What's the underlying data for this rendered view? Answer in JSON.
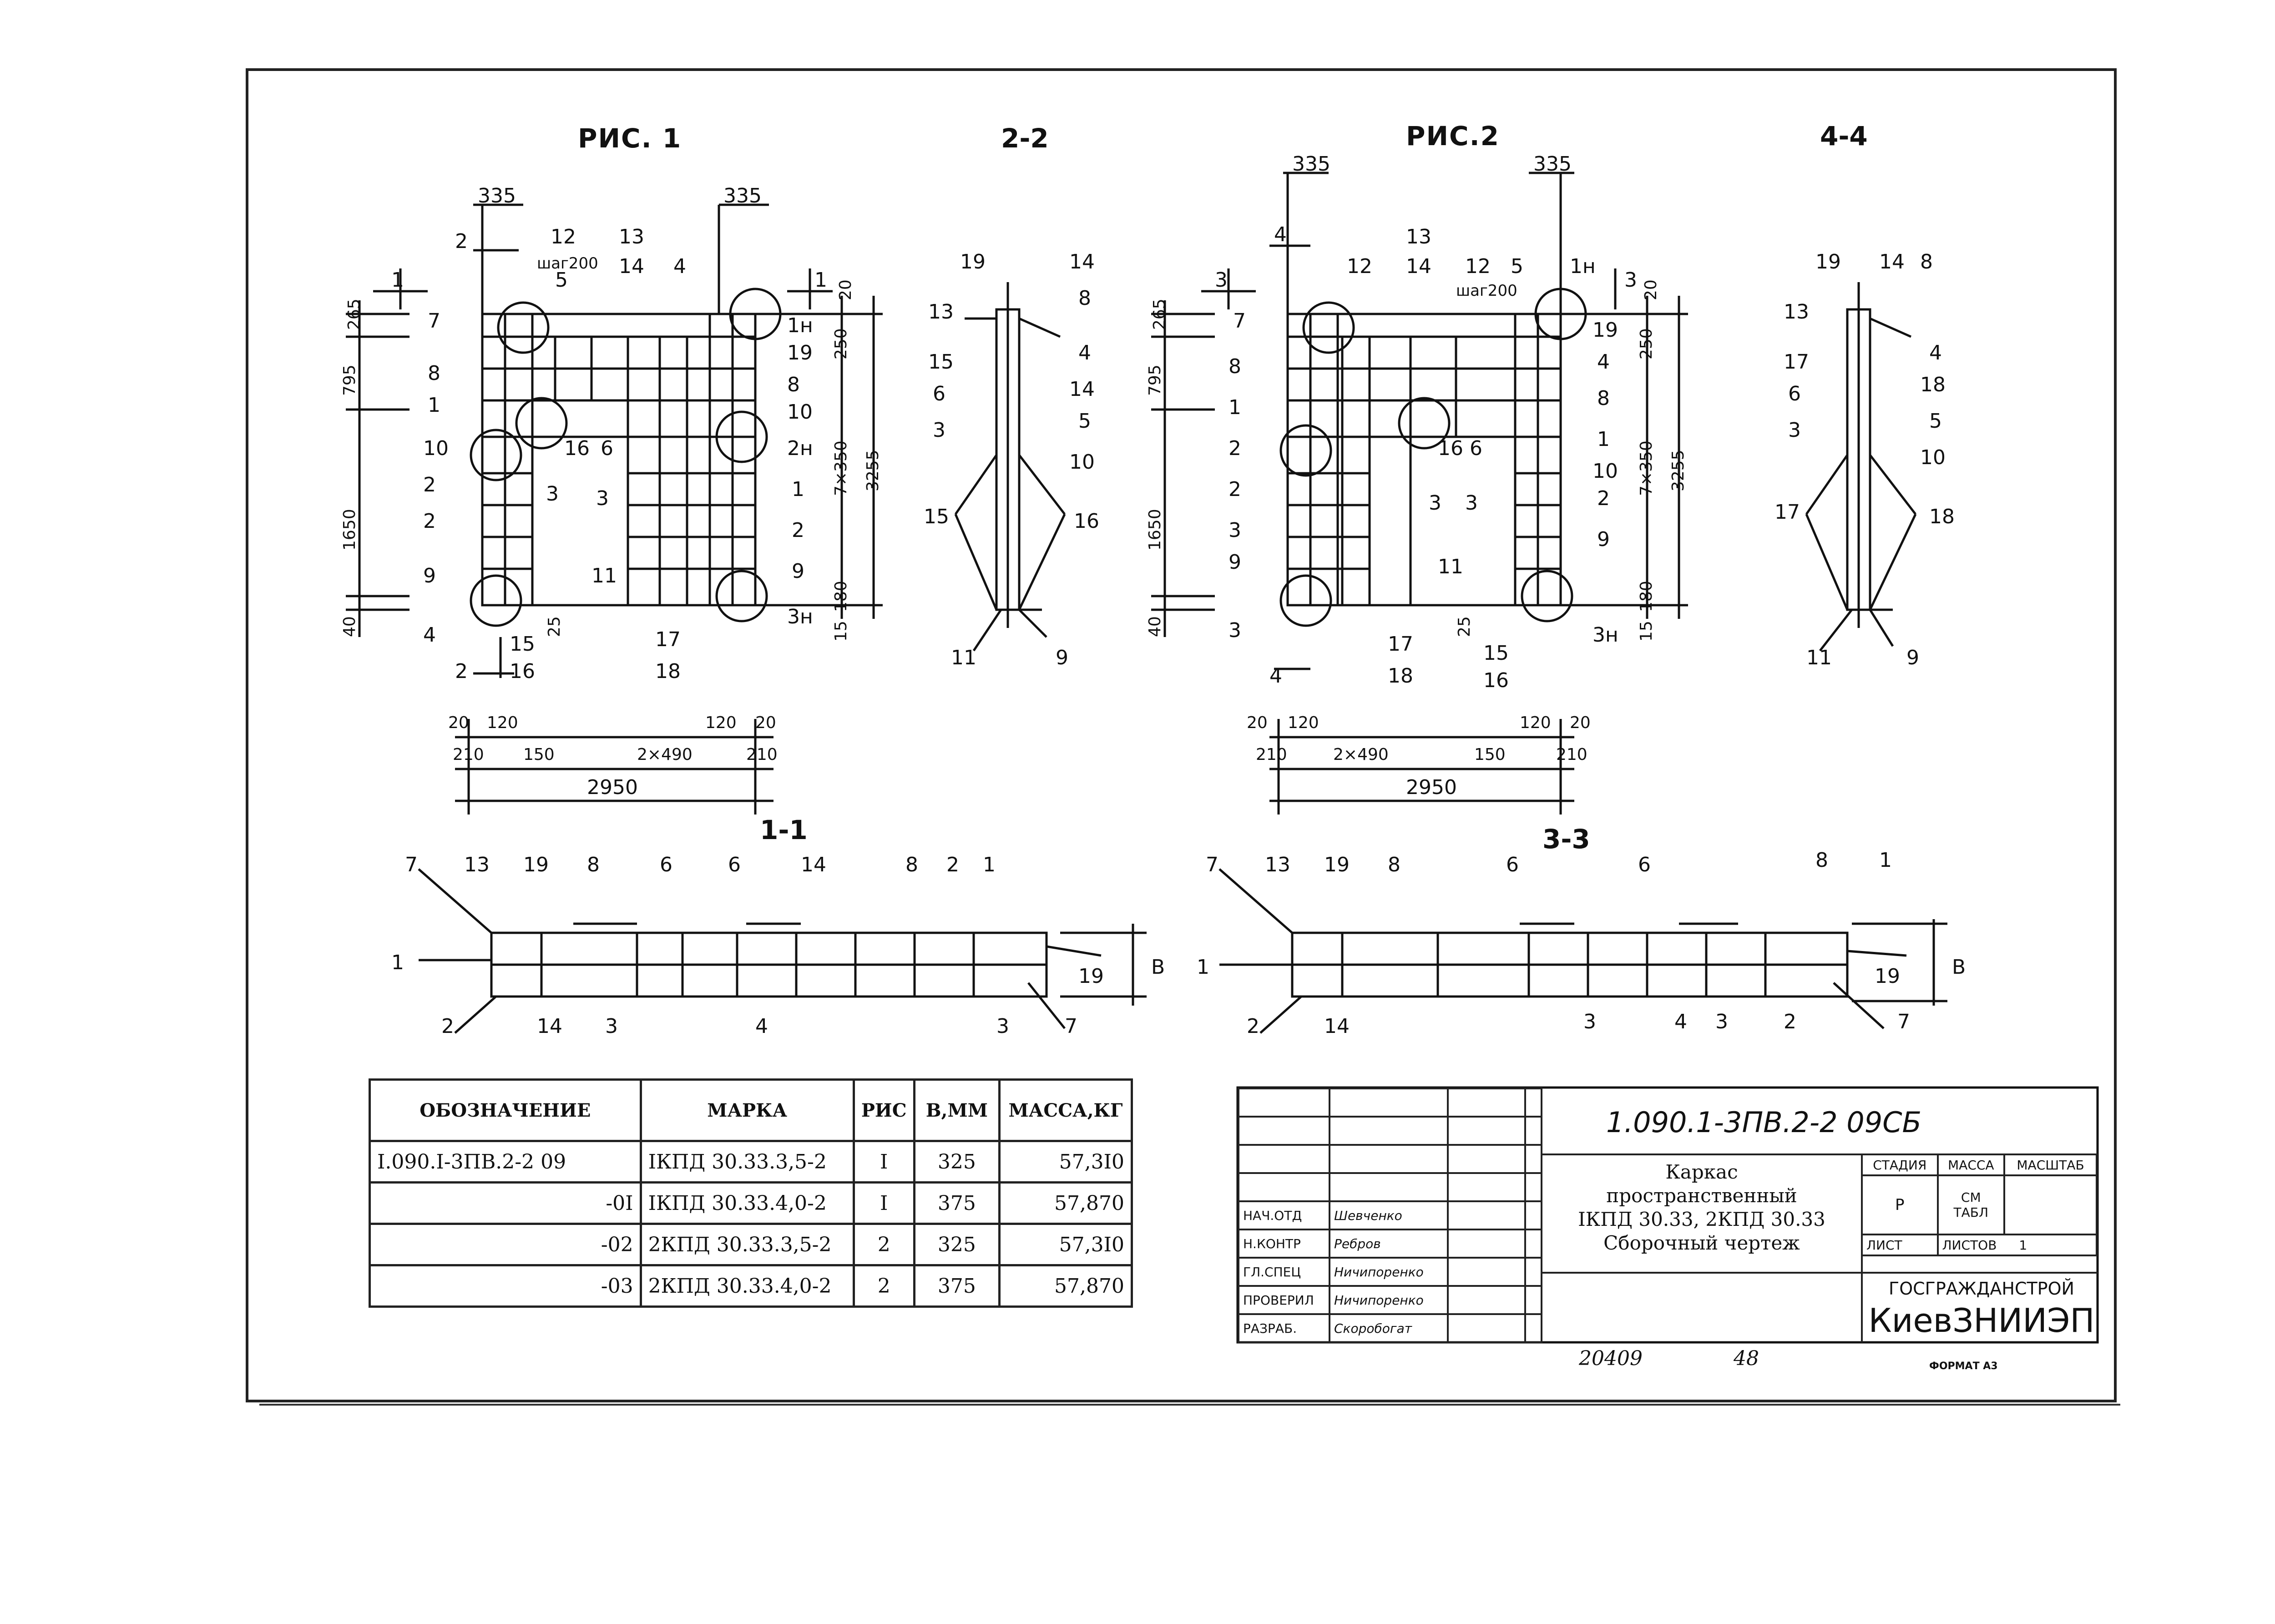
{
  "figures": {
    "fig1_title": "РИС. 1",
    "fig2_title": "РИС.2",
    "sec22": "2-2",
    "sec44": "4-4",
    "sec11": "1-1",
    "sec33": "3-3"
  },
  "fig1": {
    "dims_top_left": "335",
    "dims_top_right": "335",
    "step": "шаг200",
    "dim_265": "265",
    "dim_795": "795",
    "dim_1650": "1650",
    "dim_40": "40",
    "dim_20": "20",
    "dim_250": "250",
    "dim_7x350": "7×350",
    "dim_3255": "3255",
    "dim_15": "15",
    "dim_180": "180",
    "dim_25": "25",
    "row1_a": "20",
    "row1_b": "120",
    "row1_c": "120",
    "row1_d": "20",
    "row2_a": "210",
    "row2_b": "150",
    "row2_c": "2×490",
    "row2_d": "210",
    "total": "2950",
    "marks": [
      "1",
      "2",
      "2",
      "3",
      "3",
      "4",
      "4",
      "5",
      "6",
      "7",
      "8",
      "8",
      "9",
      "9",
      "10",
      "10",
      "11",
      "12",
      "13",
      "14",
      "15",
      "16",
      "16",
      "17",
      "18",
      "19",
      "1н",
      "2н",
      "3н"
    ]
  },
  "fig2": {
    "step": "шаг200",
    "row1_a": "20",
    "row1_b": "120",
    "row1_c": "120",
    "row1_d": "20",
    "row2_a": "210",
    "row2_b": "2×490",
    "row2_c": "150",
    "row2_d": "210",
    "total": "2950"
  },
  "section_b_label": "В",
  "spec_table": {
    "headers": [
      "ОБОЗНАЧЕНИЕ",
      "МАРКА",
      "РИС",
      "В,ММ",
      "МАССА,КГ"
    ],
    "rows": [
      [
        "I.090.I-3ПВ.2-2 09",
        "IКПД 30.33.3,5-2",
        "I",
        "325",
        "57,3I0"
      ],
      [
        "-0I",
        "IКПД 30.33.4,0-2",
        "I",
        "375",
        "57,870"
      ],
      [
        "-02",
        "2КПД 30.33.3,5-2",
        "2",
        "325",
        "57,3I0"
      ],
      [
        "-03",
        "2КПД 30.33.4,0-2",
        "2",
        "375",
        "57,870"
      ]
    ]
  },
  "stamp": {
    "code": "1.090.1-3ПВ.2-2   09СБ",
    "title_l1": "Каркас",
    "title_l2": "пространственный",
    "title_l3": "IКПД 30.33, 2КПД 30.33",
    "title_l4": "Сборочный чертеж",
    "stage_h": "СТАДИЯ",
    "mass_h": "МАССА",
    "scale_h": "МАСШТАБ",
    "stage": "Р",
    "mass": "СМ",
    "mass2": "ТАБЛ",
    "sheet_h": "ЛИСТ",
    "sheets_h": "ЛИСТОВ",
    "sheets": "1",
    "org1": "ГОСГРАЖДАНСТРОЙ",
    "org2": "КиевЗНИИЭП",
    "roles": [
      "НАЧ.ОТД",
      "Н.КОНТР",
      "ГЛ.СПЕЦ",
      "ПРОВЕРИЛ",
      "РАЗРАБ."
    ],
    "names": [
      "Шевченко",
      "Ребров",
      "Ничипоренко",
      "Ничипоренко",
      "Скоробогат"
    ]
  },
  "bottom": {
    "inv": "20409",
    "page": "48",
    "format": "ФОРМАТ А3"
  }
}
